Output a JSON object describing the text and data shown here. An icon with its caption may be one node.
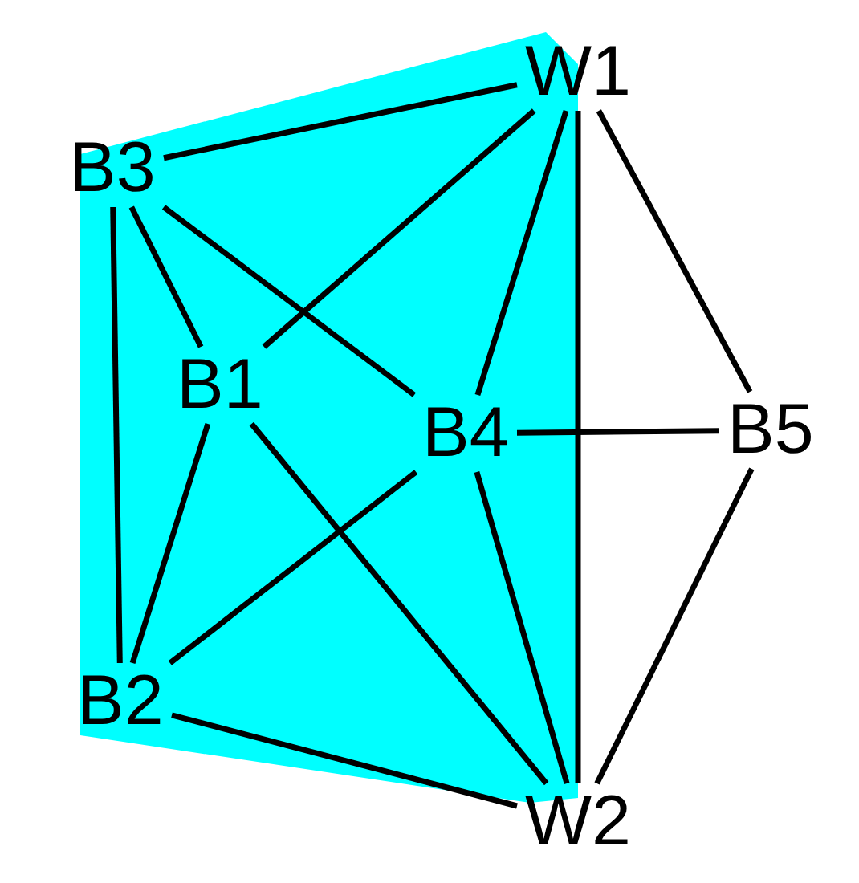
{
  "diagram": {
    "nodes": [
      {
        "text": [
          "W1"
        ]
      },
      {
        "text": [
          "B3"
        ]
      },
      {
        "text": [
          "B1"
        ]
      },
      {
        "text": [
          "B4"
        ]
      },
      {
        "text": [
          "B5"
        ]
      },
      {
        "text": [
          "B2"
        ]
      },
      {
        "text": [
          "W2"
        ]
      }
    ],
    "edges": [
      {
        "from": 1,
        "to": 0,
        "arrow": "none"
      },
      {
        "from": 1,
        "to": 2,
        "arrow": "none"
      },
      {
        "from": 1,
        "to": 3,
        "arrow": "none"
      },
      {
        "from": 1,
        "to": 5,
        "arrow": "none"
      },
      {
        "from": 2,
        "to": 0,
        "arrow": "none"
      },
      {
        "from": 2,
        "to": 5,
        "arrow": "none"
      },
      {
        "from": 2,
        "to": 6,
        "arrow": "none"
      },
      {
        "from": 3,
        "to": 0,
        "arrow": "none"
      },
      {
        "from": 3,
        "to": 5,
        "arrow": "none"
      },
      {
        "from": 3,
        "to": 6,
        "arrow": "none"
      },
      {
        "from": 3,
        "to": 4,
        "arrow": "none"
      },
      {
        "from": 0,
        "to": 6,
        "arrow": "none"
      },
      {
        "from": 0,
        "to": 4,
        "arrow": "none"
      },
      {
        "from": 4,
        "to": 6,
        "arrow": "none"
      },
      {
        "from": 5,
        "to": 6,
        "arrow": "none"
      }
    ]
  }
}
